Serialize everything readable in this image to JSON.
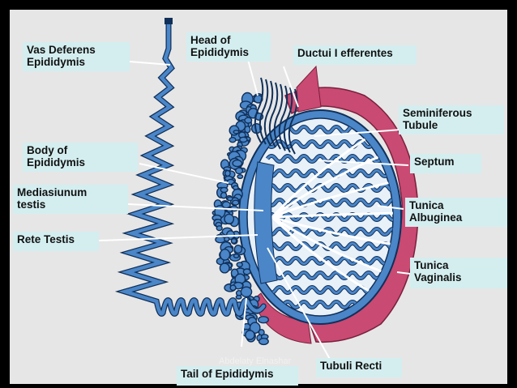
{
  "labels": {
    "vas_deferens": "Vas Deferens\nEpididymis",
    "head_epididymis": "Head of\nEpididymis",
    "ductuli_efferentes": "Ductui I efferentes",
    "seminiferous_tubule": "Seminiferous\nTubule",
    "body_epididymis": "Body of\nEpididymis",
    "septum": "Septum",
    "mediastinum_testis": "Mediasiunum\ntestis",
    "tunica_albuginea": "Tunica\nAlbuginea",
    "rete_testis": "Rete Testis",
    "tunica_vaginalis": "Tunica\nVaginalis",
    "tubuli_recti": "Tubuli Recti",
    "tail_epididymis": "Tail of Epididymis"
  },
  "watermark": "Abdelaty Elnashar",
  "colors": {
    "background": "#e6e6e6",
    "label_fill": "#d4eef0",
    "duct_blue": "#4a86c8",
    "duct_outline": "#10305a",
    "tunica_vaginalis_pink": "#c94a72",
    "testis_fill": "#e8f0f8"
  }
}
